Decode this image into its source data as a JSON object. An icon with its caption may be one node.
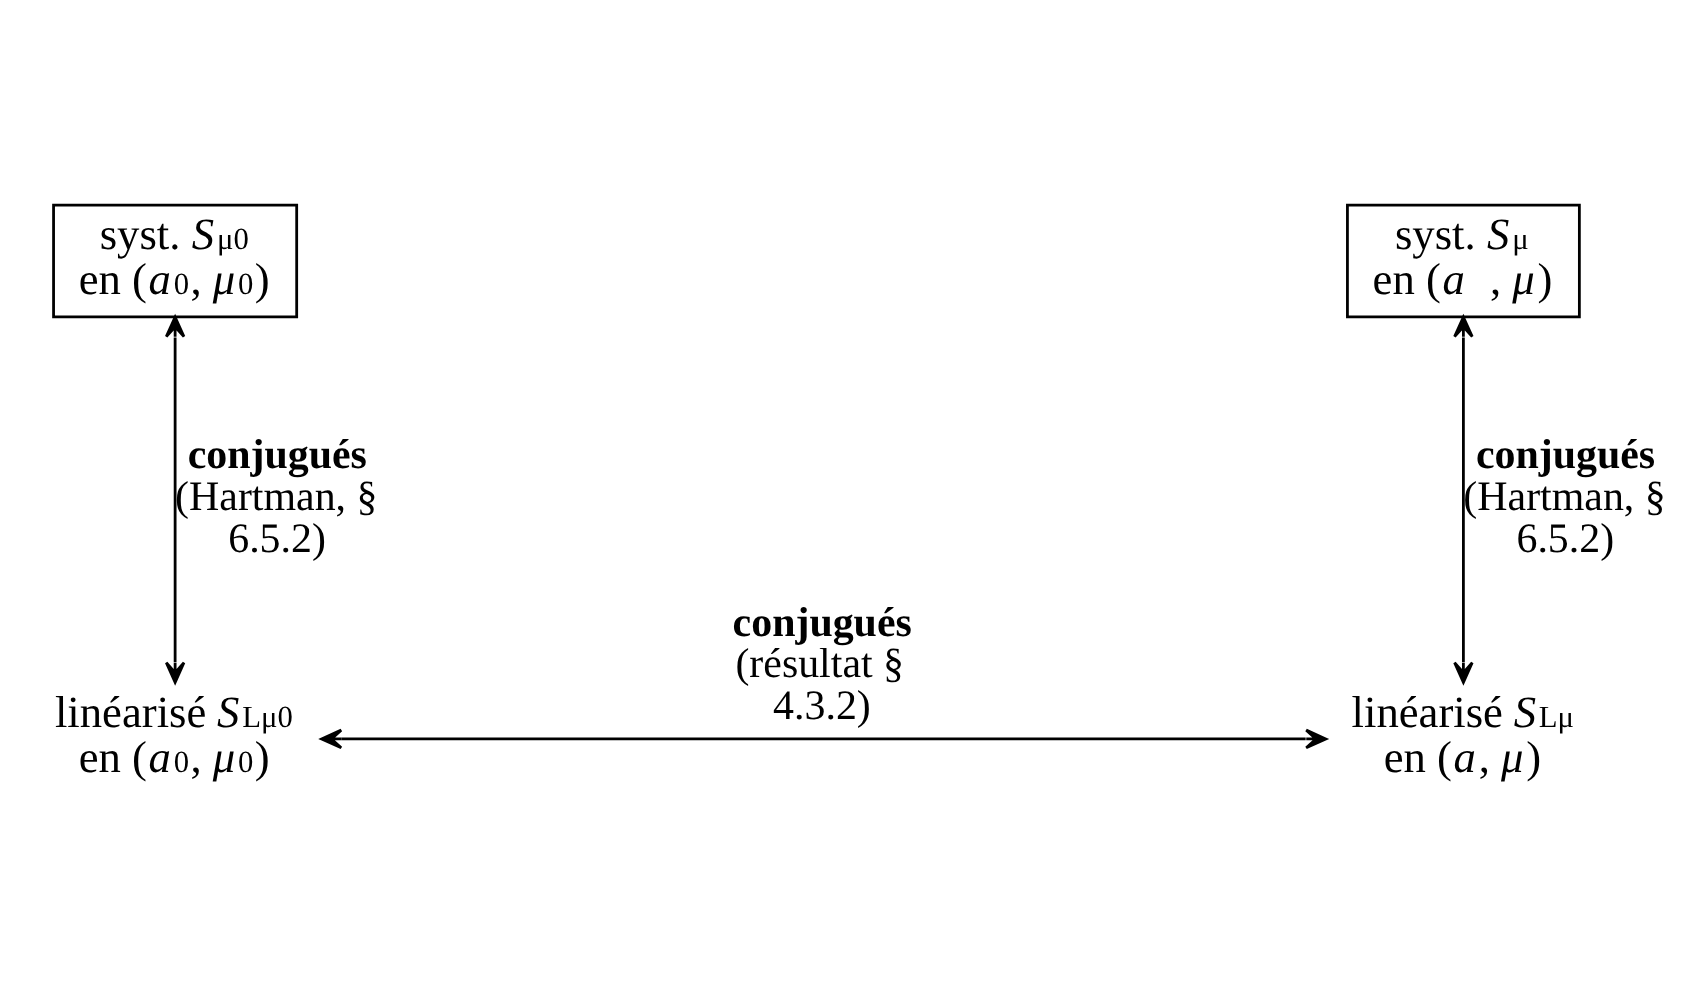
{
  "diagram": {
    "nodes": [
      {
        "text": [
          "syst. *S*$_{μ0}$",
          "en (*a*$_{0}$, *μ*$_{0}$)"
        ]
      },
      {
        "text": [
          "syst. *S*$_{μ}$",
          "en (*a* , *μ*)"
        ]
      },
      {
        "text": [
          "linéarisé *S*$_{Lμ0}$",
          "en (*a*$_{0}$, *μ*$_{0}$)"
        ]
      },
      {
        "text": [
          "linéarisé *S*$_{Lμ}$",
          "en (*a*, *μ*)"
        ]
      }
    ],
    "edges": [
      {
        "from": 0,
        "to": 2,
        "arrow": "both",
        "label": "**conjugués** (Hartman, § 6.5.2)"
      },
      {
        "from": 1,
        "to": 3,
        "arrow": "both",
        "label": "**conjugués** (Hartman, § 6.5.2)"
      },
      {
        "from": 2,
        "to": 3,
        "arrow": "both",
        "label": "**conjugués** (résultat § 4.3.2)"
      }
    ]
  }
}
